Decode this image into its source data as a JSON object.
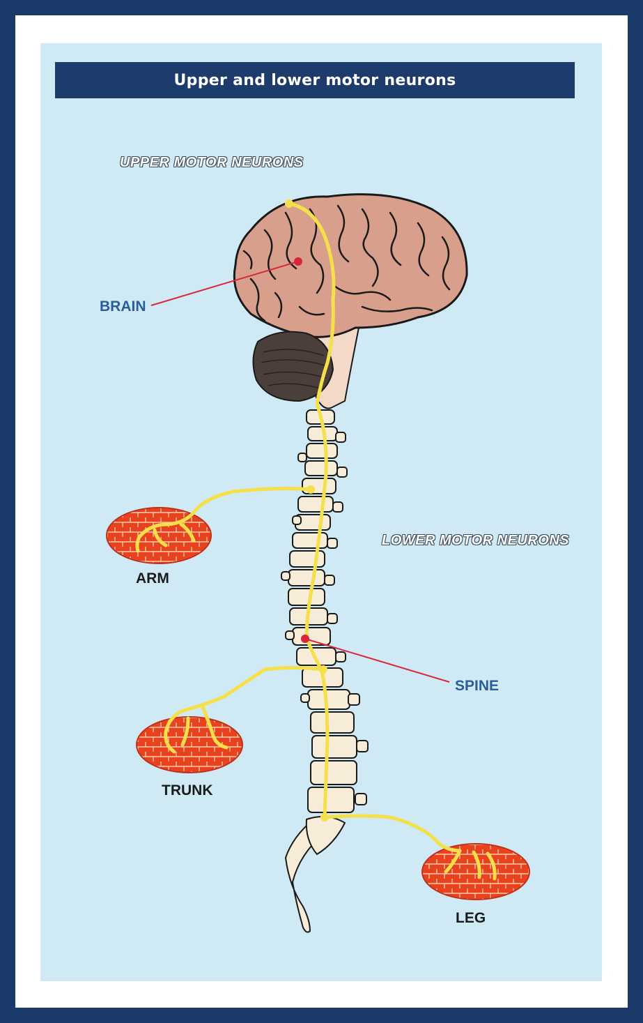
{
  "title": "Upper and lower motor neurons",
  "labels": {
    "upper": "UPPER MOTOR NEURONS",
    "lower": "LOWER MOTOR NEURONS",
    "brain": "BRAIN",
    "arm": "ARM",
    "spine": "SPINE",
    "trunk": "TRUNK",
    "leg": "LEG"
  },
  "colors": {
    "border": "#1a3a6a",
    "panel": "#cfeaf5",
    "title_bar": "#1d3c6c",
    "brain": "#d8a08c",
    "cerebellum": "#4a3f3a",
    "bone": "#f6ecd8",
    "nerve": "#f5e04a",
    "muscle": "#e8431e",
    "pointer": "#d8263a",
    "label_blue": "#2a5d9a"
  }
}
